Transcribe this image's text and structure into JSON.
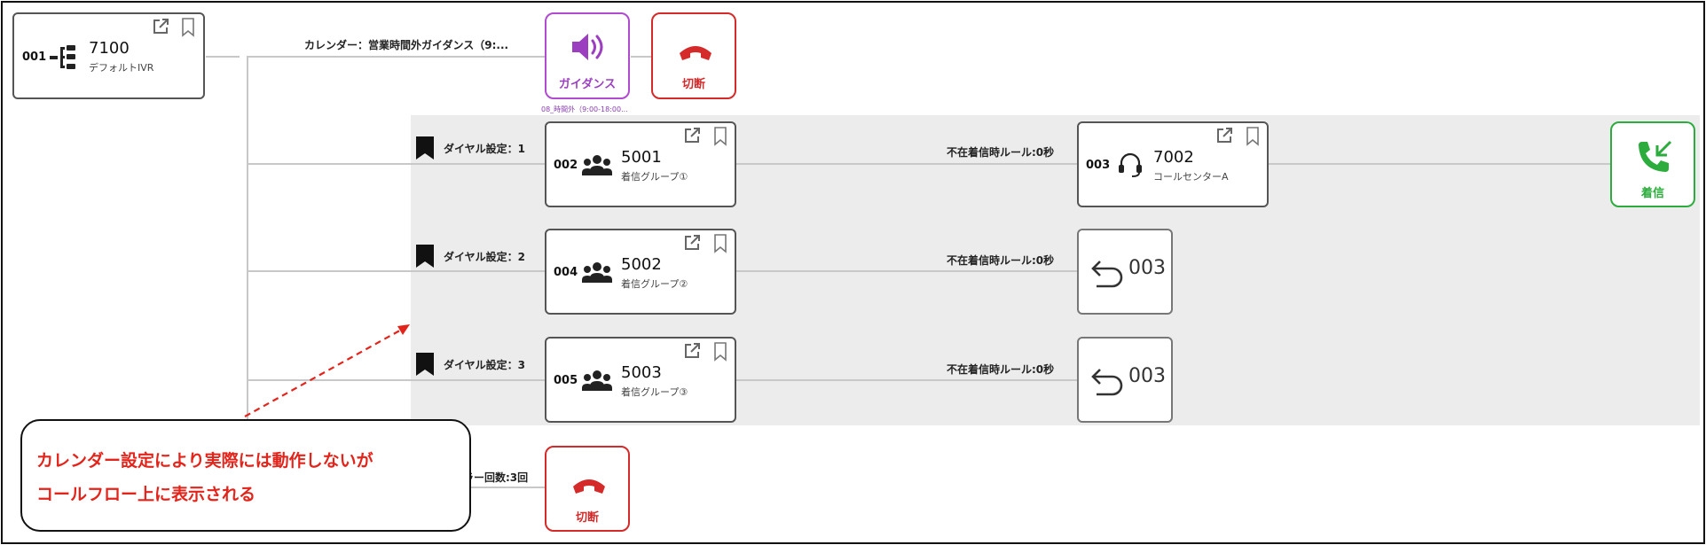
{
  "root_node": {
    "id": "001",
    "number": "7100",
    "name": "デフォルトIVR"
  },
  "calendar_edge": {
    "label": "カレンダー：営業時間外ガイダンス（9:...",
    "sublabel": "08_時間外（9:00-18:00..."
  },
  "guidance_tile": {
    "label": "ガイダンス",
    "color": "#9b3fc0"
  },
  "hangup_tile_top": {
    "label": "切断",
    "color": "#d42a2a"
  },
  "dial_rows": [
    {
      "dial_label": "ダイヤル設定：1",
      "group": {
        "id": "002",
        "number": "5001",
        "name": "着信グループ①"
      },
      "rule_label": "不在着信時ルール:0秒",
      "target": {
        "id": "003",
        "number": "7002",
        "name": "コールセンターA"
      }
    },
    {
      "dial_label": "ダイヤル設定：2",
      "group": {
        "id": "004",
        "number": "5002",
        "name": "着信グループ②"
      },
      "rule_label": "不在着信時ルール:0秒",
      "return_to": "003"
    },
    {
      "dial_label": "ダイヤル設定：3",
      "group": {
        "id": "005",
        "number": "5003",
        "name": "着信グループ③"
      },
      "rule_label": "不在着信時ルール:0秒",
      "return_to": "003"
    }
  ],
  "incoming_tile": {
    "label": "着信",
    "color": "#2bac3c"
  },
  "error_edge": {
    "label": "ラー回数:3回"
  },
  "hangup_tile_bottom": {
    "label": "切断",
    "color": "#d42a2a"
  },
  "annotation": {
    "line1": "カレンダー設定により実際には動作しないが",
    "line2": "コールフロー上に表示される",
    "color": "#e3241b"
  }
}
